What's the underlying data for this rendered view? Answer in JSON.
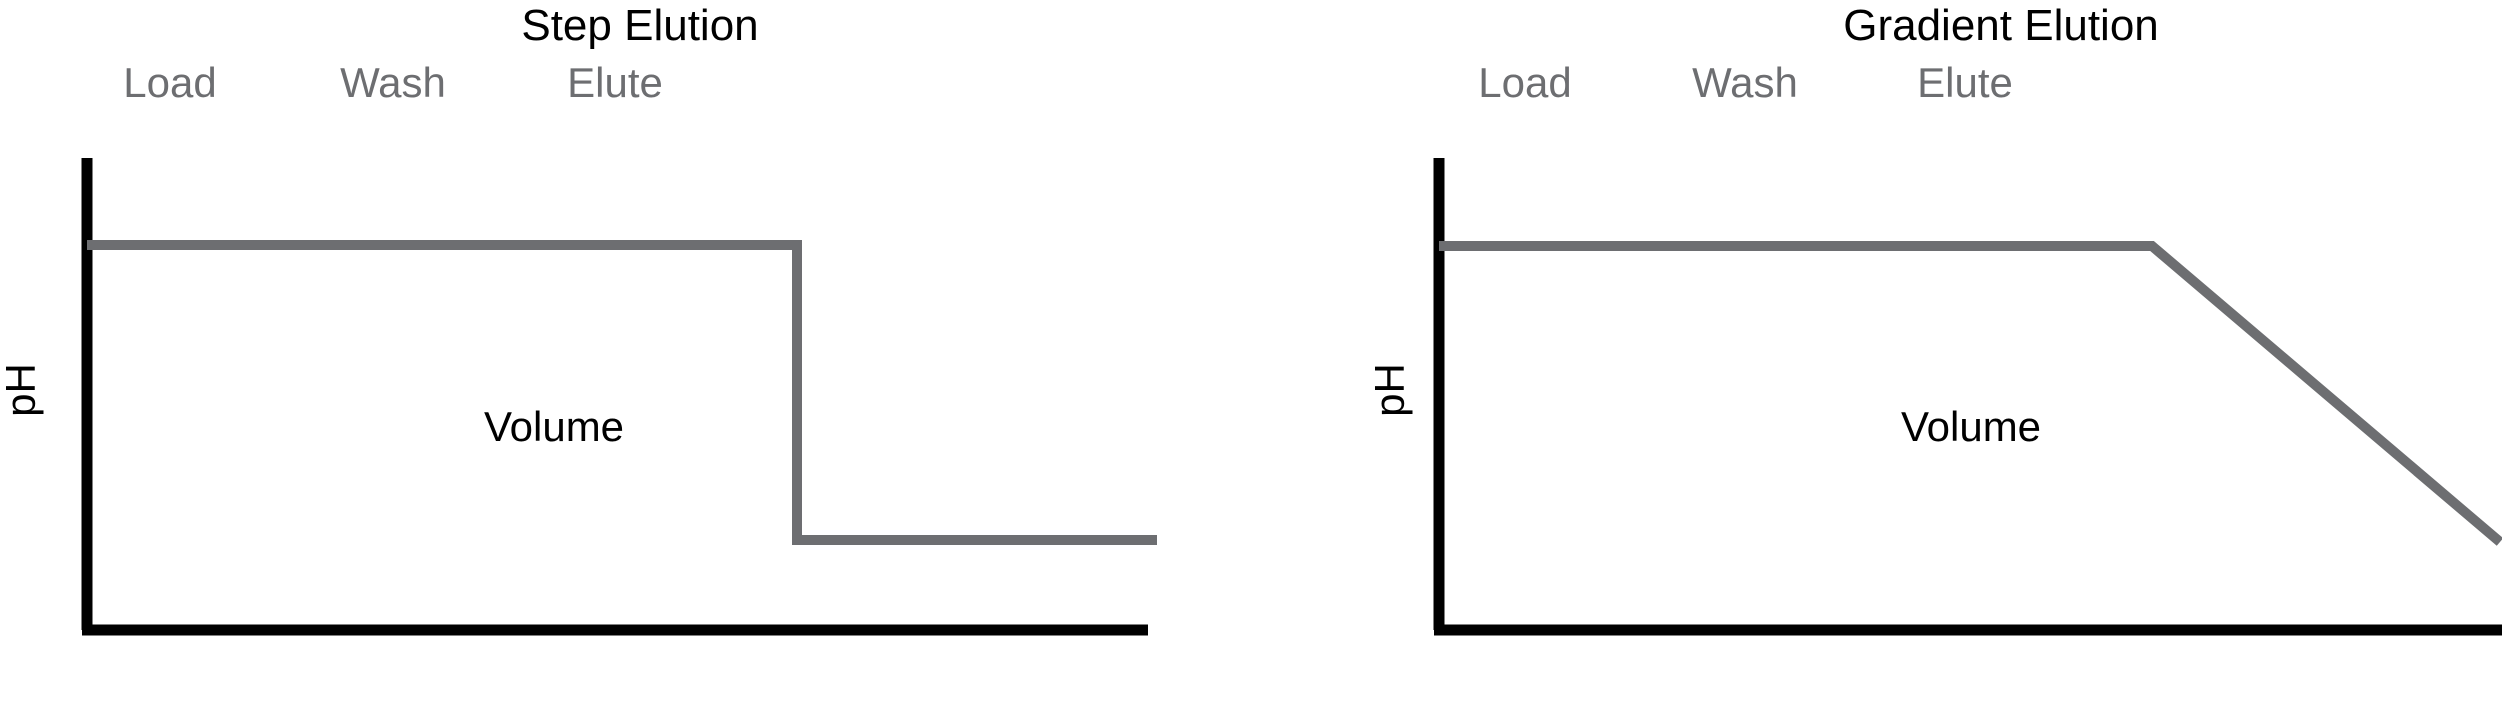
{
  "figure": {
    "background_color": "#ffffff",
    "axis_color": "#000000",
    "trace_color": "#6d6e71",
    "phase_label_color": "#6d6e71",
    "title_color": "#000000"
  },
  "panels": [
    {
      "id": "step",
      "title": "Step Elution",
      "xlabel": "Volume",
      "ylabel": "pH",
      "phases": [
        "Load",
        "Wash",
        "Elute"
      ]
    },
    {
      "id": "gradient",
      "title": "Gradient Elution",
      "xlabel": "Volume",
      "ylabel": "pH",
      "phases": [
        "Load",
        "Wash",
        "Elute"
      ]
    }
  ],
  "chart_data": [
    {
      "type": "line",
      "title": "Step Elution",
      "xlabel": "Volume",
      "ylabel": "pH",
      "grid": false,
      "legend": null,
      "axis_ticks": false,
      "xlim": [
        0,
        1
      ],
      "ylim": [
        0,
        1
      ],
      "annotations": [
        {
          "text": "Load",
          "x": 0.08,
          "y": 1.06
        },
        {
          "text": "Wash",
          "x": 0.29,
          "y": 1.06
        },
        {
          "text": "Elute",
          "x": 0.5,
          "y": 1.06
        }
      ],
      "series": [
        {
          "name": "pH",
          "color": "#6d6e71",
          "x": [
            0.0,
            0.67,
            0.67,
            1.0
          ],
          "y": [
            0.82,
            0.82,
            0.19,
            0.19
          ]
        }
      ]
    },
    {
      "type": "line",
      "title": "Gradient Elution",
      "xlabel": "Volume",
      "ylabel": "pH",
      "grid": false,
      "legend": null,
      "axis_ticks": false,
      "xlim": [
        0,
        1
      ],
      "ylim": [
        0,
        1
      ],
      "annotations": [
        {
          "text": "Load",
          "x": 0.08,
          "y": 1.06
        },
        {
          "text": "Wash",
          "x": 0.29,
          "y": 1.06
        },
        {
          "text": "Elute",
          "x": 0.5,
          "y": 1.06
        }
      ],
      "series": [
        {
          "name": "pH",
          "color": "#6d6e71",
          "x": [
            0.0,
            0.67,
            1.0
          ],
          "y": [
            0.82,
            0.82,
            0.19
          ]
        }
      ]
    }
  ]
}
